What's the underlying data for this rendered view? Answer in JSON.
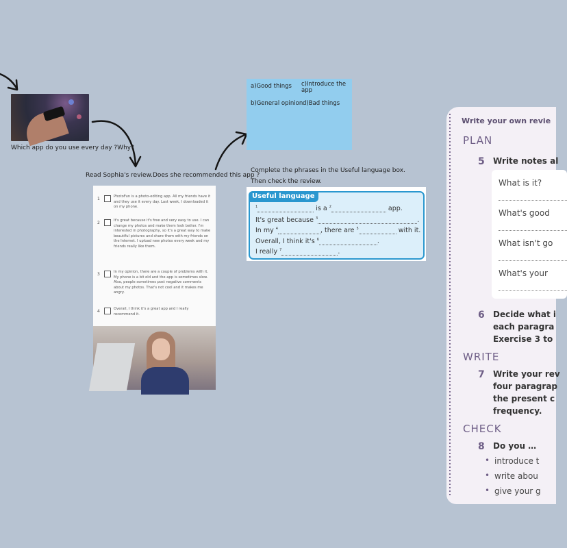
{
  "captions": {
    "question": "Which app do you use every day ?Why?",
    "read_review": "Read Sophia's review.Does she recommended this app ?",
    "complete_phrases_1": "Complete the phrases in the Useful language box.",
    "complete_phrases_2": "Then check the review."
  },
  "sticky_note": {
    "a": "a)Good things",
    "c": "c)Introduce the app",
    "b": "b)General opinion",
    "d": "d)Bad things"
  },
  "useful_language": {
    "title": "Useful language",
    "line1_num": "1",
    "line1_mid": "is a",
    "line1_num2": "2",
    "line1_end": "app.",
    "line2": "It's great because",
    "line2_num": "3",
    "line3_start": "In my",
    "line3_num": "4",
    "line3_mid": ", there are",
    "line3_num2": "5",
    "line3_end": "with it.",
    "line4": "Overall, I think it's",
    "line4_num": "6",
    "line5": "I really",
    "line5_num": "7"
  },
  "review": {
    "paragraphs": [
      {
        "num": "1",
        "text": "PhotoFun is a photo-editing app. All my friends have it and they use it every day. Last week, I downloaded it on my phone."
      },
      {
        "num": "2",
        "text": "It's great because it's free and very easy to use. I can change my photos and make them look better. I'm interested in photography, so it's a great way to make beautiful pictures and share them with my friends on the Internet. I upload new photos every week and my friends really like them."
      },
      {
        "num": "3",
        "text": "In my opinion, there are a couple of problems with it. My phone is a bit old and the app is sometimes slow. Also, people sometimes post negative comments about my photos. That's not cool and it makes me angry."
      },
      {
        "num": "4",
        "text": "Overall, I think it's a great app and I really recommend it."
      }
    ]
  },
  "worksheet": {
    "header": "Write your own revie",
    "plan": "PLAN",
    "step5_num": "5",
    "step5": "Write notes al",
    "questions": [
      "What is it?",
      "What's good",
      "What isn't go",
      "What's your"
    ],
    "step6_num": "6",
    "step6_lines": [
      "Decide what i",
      "each paragra",
      "Exercise 3 to"
    ],
    "write": "WRITE",
    "step7_num": "7",
    "step7_lines": [
      "Write your rev",
      "four paragrap",
      "the present c",
      "frequency."
    ],
    "check": "CHECK",
    "step8_num": "8",
    "step8": "Do you …",
    "bullets": [
      "introduce t",
      "write abou",
      "give your g"
    ]
  },
  "colors": {
    "background": "#b7c3d2",
    "sticky": "#92cdee",
    "useful_border": "#2a97cf",
    "worksheet_accent": "#6e5e86"
  }
}
